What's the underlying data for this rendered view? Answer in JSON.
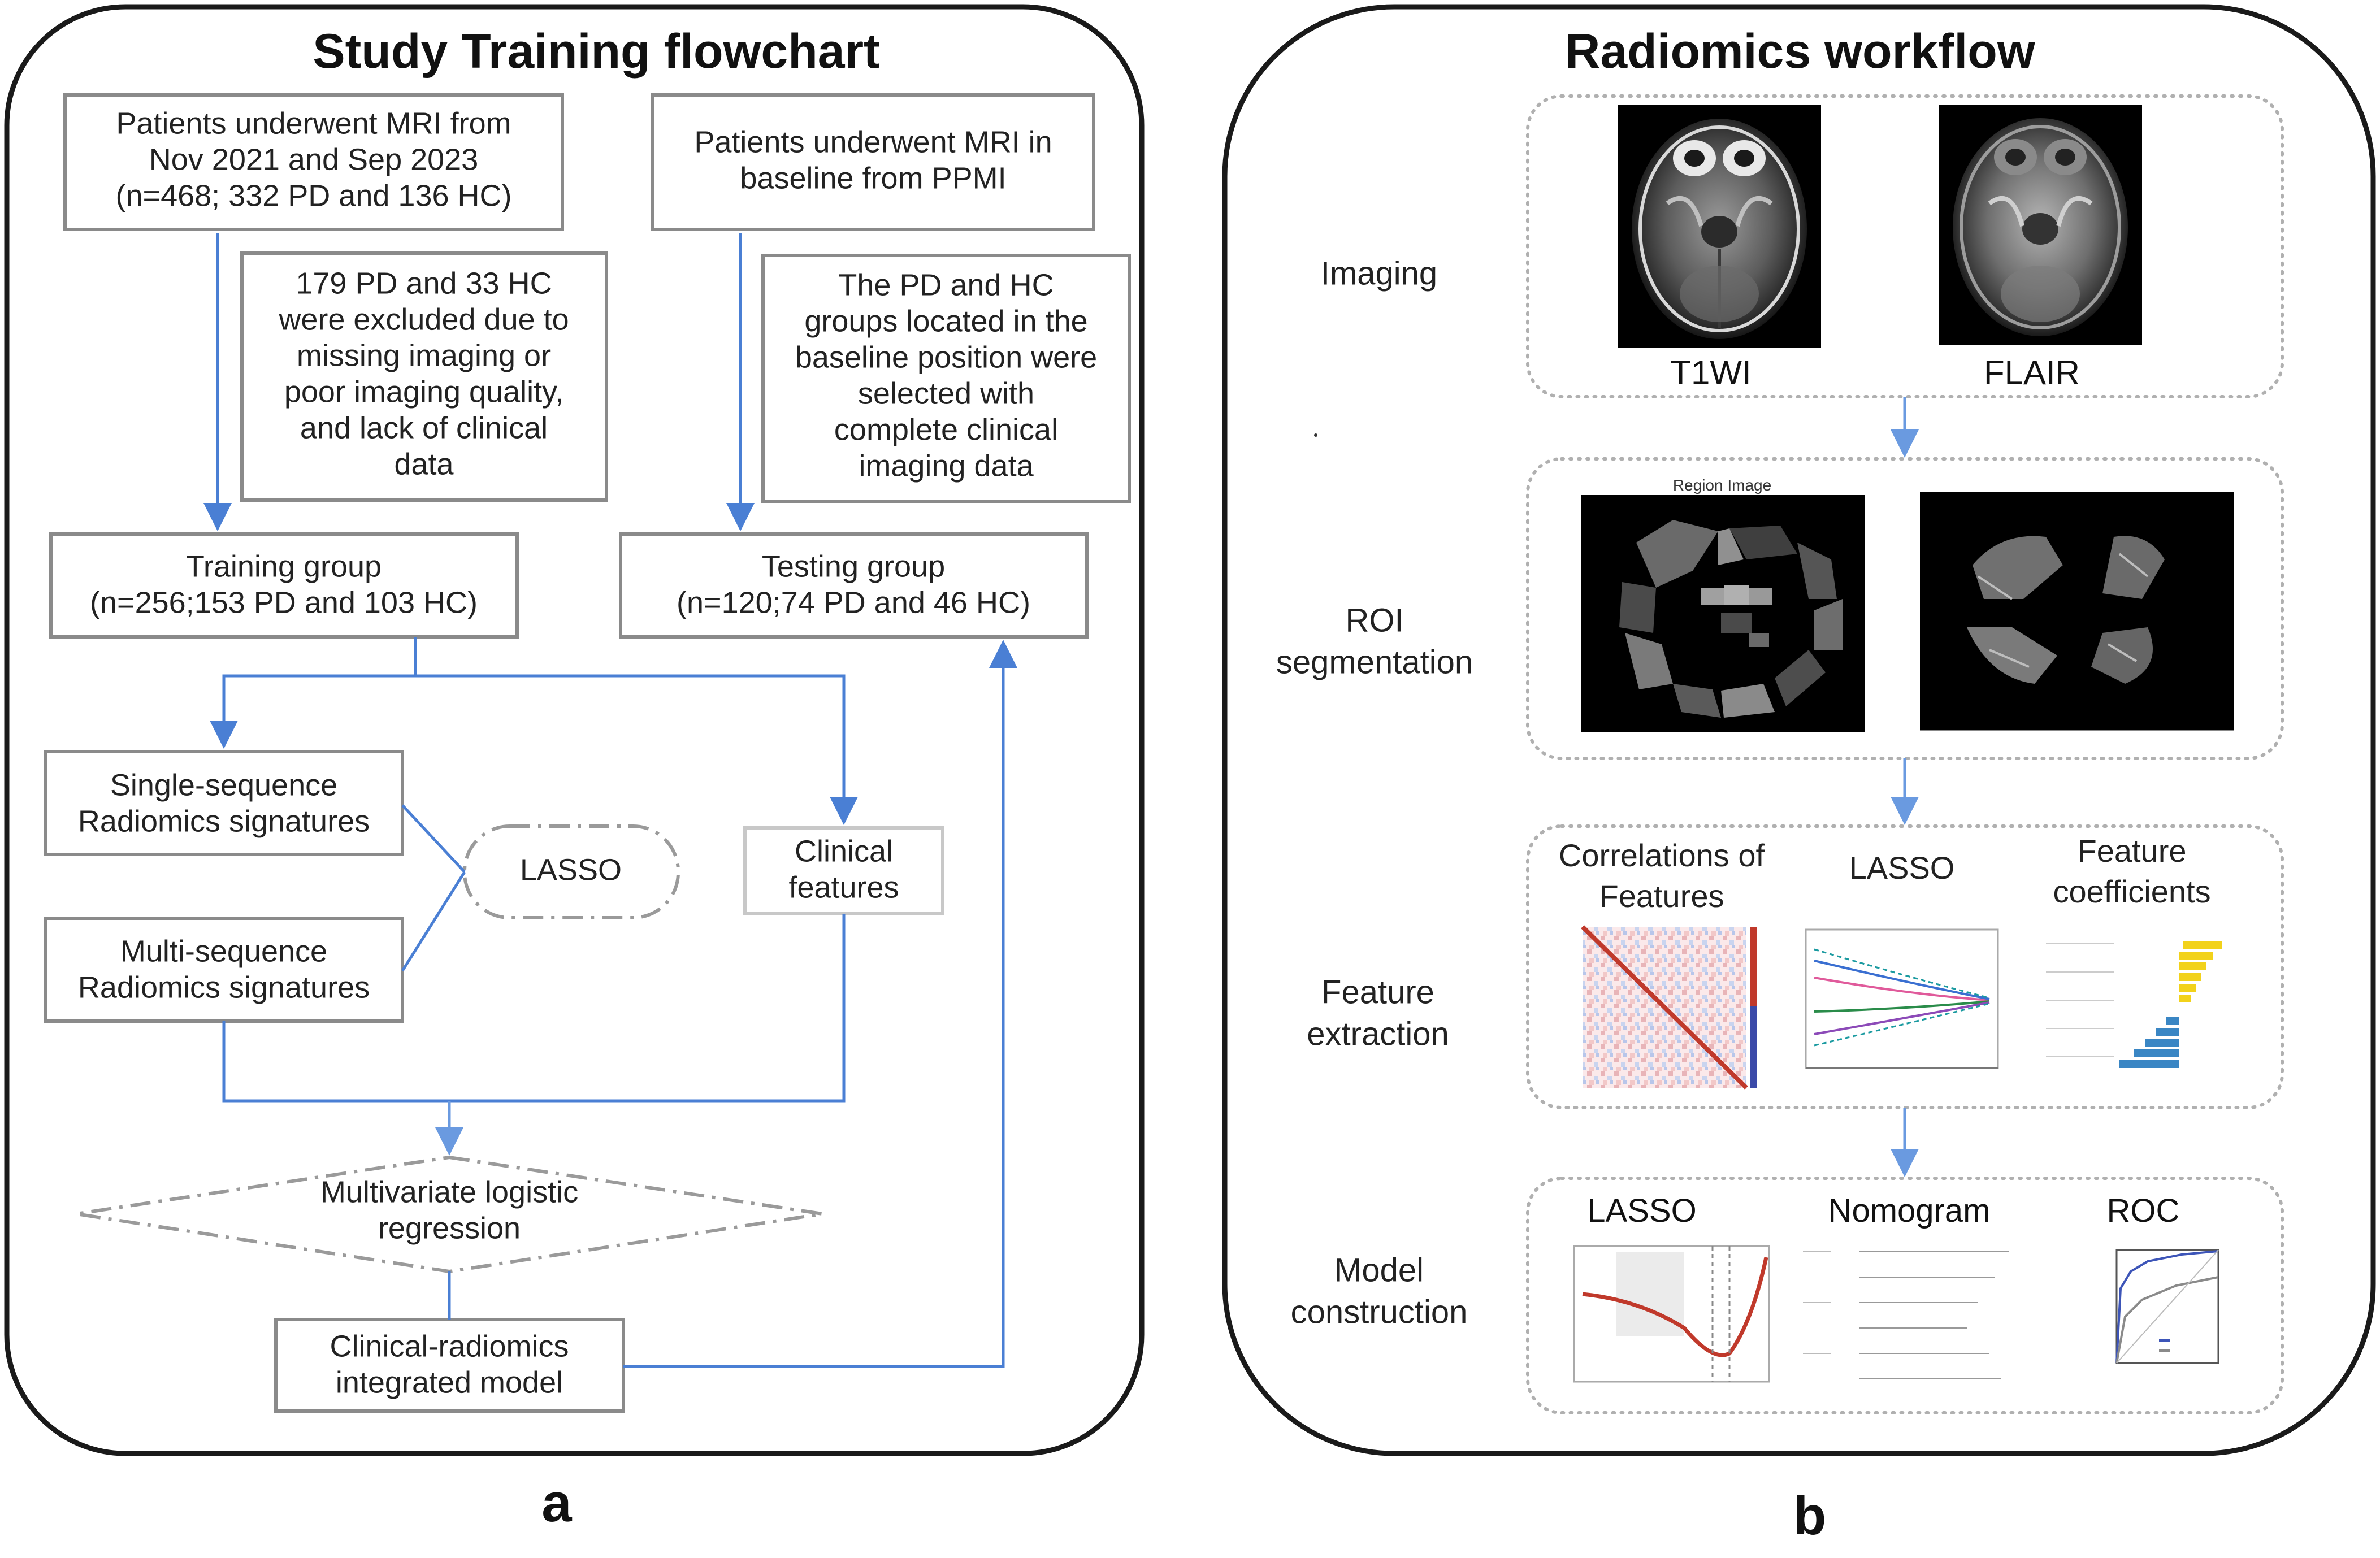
{
  "panel_a": {
    "title": "Study  Training flowchart",
    "label": "a",
    "boxes": {
      "src1": [
        "Patients underwent  MRI from",
        "Nov 2021 and Sep 2023",
        "(n=468; 332 PD and 136 HC)"
      ],
      "src2": [
        "Patients underwent  MRI in",
        "baseline from  PPMI"
      ],
      "excl": [
        "179 PD and 33 HC",
        "were excluded due to",
        "missing imaging or",
        "poor imaging quality,",
        "and lack of clinical",
        "data"
      ],
      "sel": [
        "The PD and HC",
        "groups located in the",
        "baseline position were",
        "selected with",
        "complete clinical",
        "imaging data"
      ],
      "train": [
        "Training group",
        "(n=256;153 PD and 103 HC)"
      ],
      "test": [
        "Testing group",
        "(n=120;74 PD and 46 HC)"
      ],
      "single": [
        "Single-sequence",
        "Radiomics signatures"
      ],
      "multi": [
        "Multi-sequence",
        "Radiomics signatures"
      ],
      "lasso": [
        "LASSO"
      ],
      "clinical": [
        "Clinical",
        "features"
      ],
      "mlr": [
        "Multivariate logistic",
        "regression"
      ],
      "model": [
        "Clinical-radiomics",
        "integrated model"
      ]
    }
  },
  "panel_b": {
    "title": "Radiomics workflow",
    "label": "b",
    "stages": {
      "imaging": [
        "Imaging"
      ],
      "roi": [
        "ROI",
        "segmentation"
      ],
      "feature": [
        "Feature",
        "extraction"
      ],
      "model": [
        "Model",
        "construction"
      ]
    },
    "captions": {
      "t1wi": "T1WI",
      "flair": "FLAIR",
      "region_image": "Region Image",
      "corr": [
        "Correlations of",
        "Features"
      ],
      "lasso_fe": [
        "LASSO"
      ],
      "coef": [
        "Feature",
        "coefficients"
      ],
      "lasso_mc": "LASSO",
      "nomogram": "Nomogram",
      "roc": "ROC"
    }
  },
  "colors": {
    "arrow_blue": "#4a7fd4",
    "line_blue": "#5b8bd9",
    "box_border": "#8a8a8a",
    "dash_border": "#9a9a9a",
    "frame": "#1a1a1a",
    "roc_blue": "#3d55b8",
    "corr_red": "#c0392b",
    "coef_yellow": "#f2d21b",
    "coef_blue": "#3a86c4"
  },
  "icons": [
    "brain-mri-axial-icon",
    "region-segmentation-map",
    "correlation-heatmap",
    "lasso-path-plot",
    "coefficient-bar-plot",
    "cv-deviance-plot",
    "nomogram-plot",
    "roc-curve-plot"
  ]
}
